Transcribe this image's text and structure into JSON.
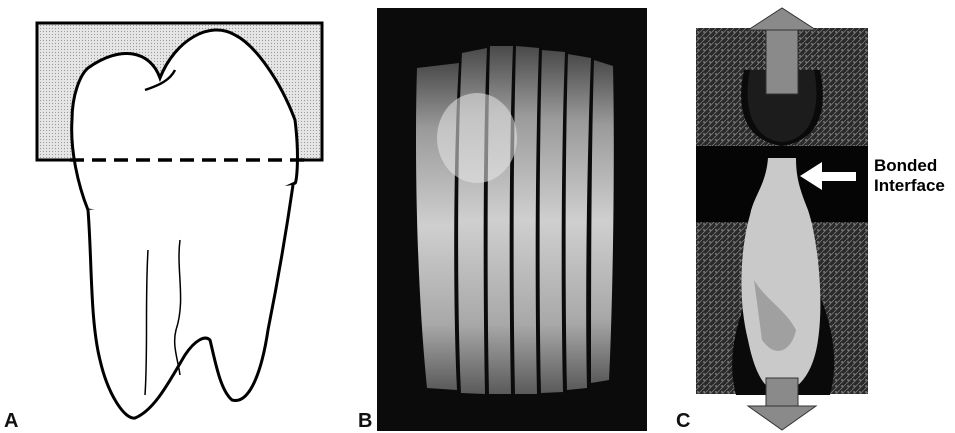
{
  "figure": {
    "panel_labels": {
      "a": "A",
      "b": "B",
      "c": "C"
    },
    "callout": {
      "line1": "Bonded",
      "line2": "Interface"
    }
  }
}
